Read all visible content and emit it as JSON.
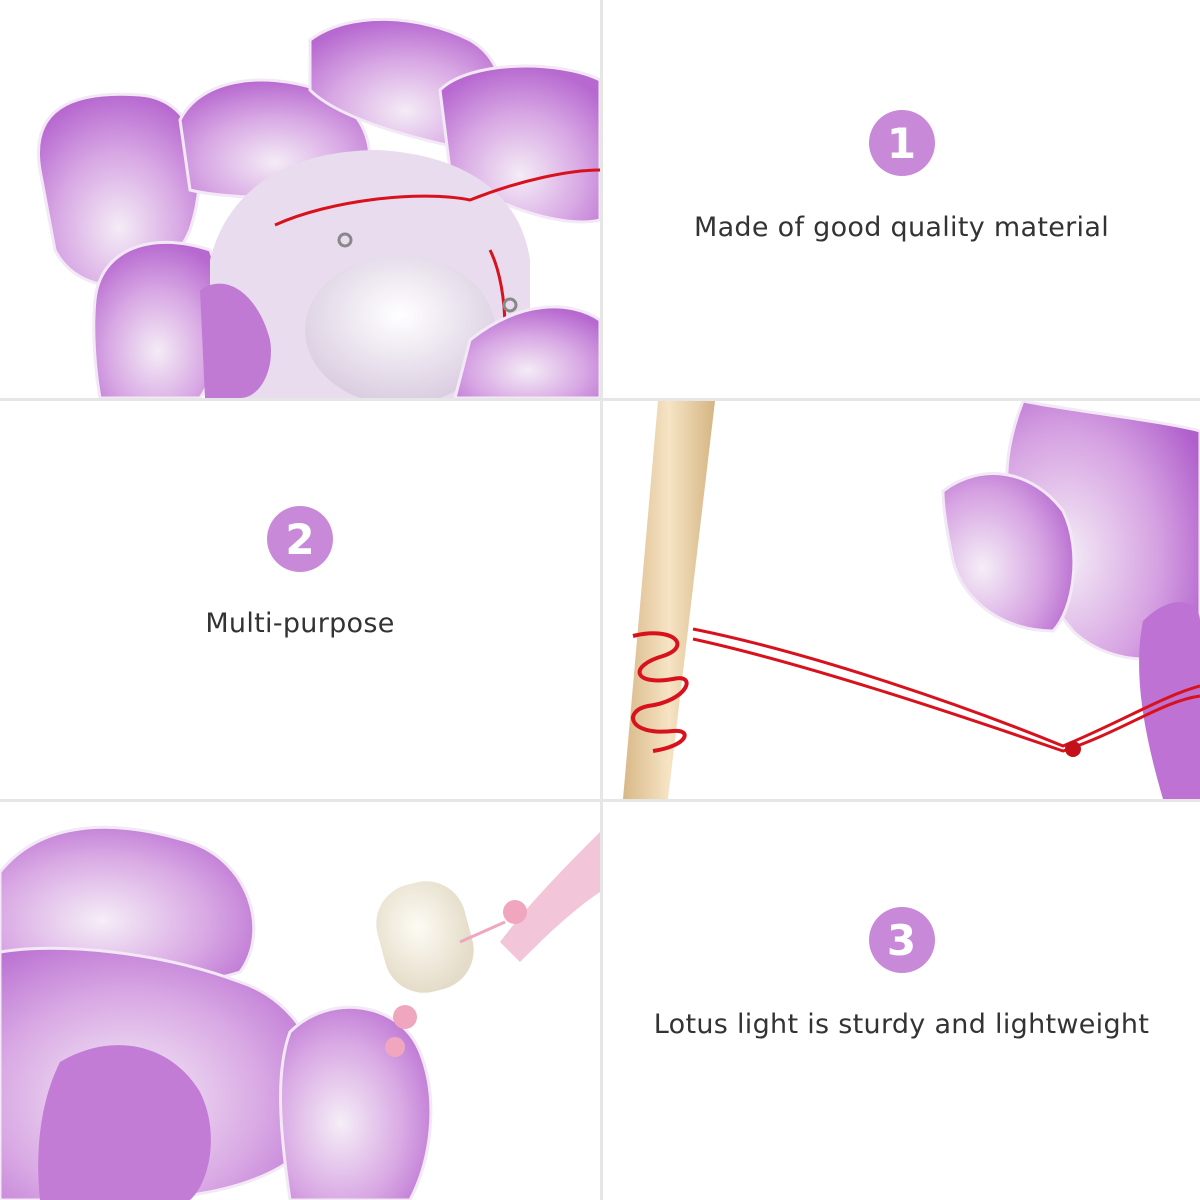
{
  "features": [
    {
      "number": "1",
      "caption": "Made of good quality material"
    },
    {
      "number": "2",
      "caption": "Multi-purpose"
    },
    {
      "number": "3",
      "caption": "Lotus light is sturdy and lightweight"
    }
  ],
  "colors": {
    "badge": "#c88ad8",
    "petal": "#c17ad6",
    "petal_light": "#f0e2f3",
    "string": "#d8121c",
    "stick": "#ecd4a8",
    "text": "#333333",
    "divider": "#e6e6e6"
  }
}
